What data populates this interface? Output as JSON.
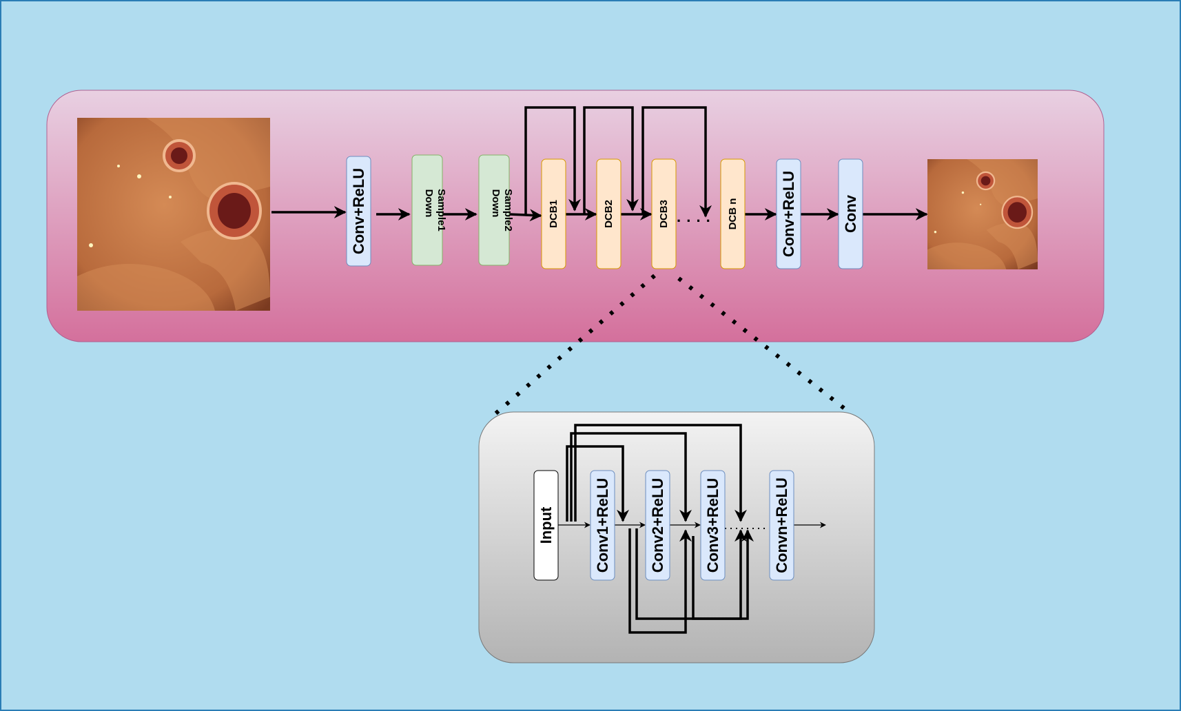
{
  "colors": {
    "background": "#b0dcef",
    "outer_border": "#2a7db5",
    "pipeline_top": "#e8d0e2",
    "pipeline_bottom": "#d4709c",
    "detail_top": "#f3f3f3",
    "detail_bottom": "#b3b3b3",
    "conv_fill": "#dae8fc",
    "conv_stroke": "#6c8ebf",
    "down_fill": "#d5e8d4",
    "down_stroke": "#82b366",
    "dcb_fill": "#ffe6cc",
    "dcb_stroke": "#d79b00",
    "tissue_base": "#b86a3c",
    "tissue_light": "#d48a55",
    "tissue_dark": "#7a3a20"
  },
  "pipeline": {
    "input_image": "endoscopy-input-image",
    "output_image": "endoscopy-output-image",
    "blocks": [
      {
        "id": "conv-relu-1",
        "label": "Conv+ReLU",
        "kind": "conv"
      },
      {
        "id": "down-sample-1",
        "label": "Down Sample1",
        "line1": "Down",
        "line2": "Sample1",
        "kind": "down"
      },
      {
        "id": "down-sample-2",
        "label": "Down Sample2",
        "line1": "Down",
        "line2": "Sample2",
        "kind": "down"
      },
      {
        "id": "dcb1",
        "label": "DCB1",
        "kind": "dcb"
      },
      {
        "id": "dcb2",
        "label": "DCB2",
        "kind": "dcb"
      },
      {
        "id": "dcb3",
        "label": "DCB3",
        "kind": "dcb"
      },
      {
        "id": "dcb-n",
        "label": "DCB n",
        "kind": "dcb"
      },
      {
        "id": "conv-relu-2",
        "label": "Conv+ReLU",
        "kind": "conv"
      },
      {
        "id": "conv-final",
        "label": "Conv",
        "kind": "conv"
      }
    ],
    "ellipsis": ". . . ."
  },
  "detail": {
    "blocks": [
      {
        "id": "input",
        "label": "Input",
        "kind": "input"
      },
      {
        "id": "conv1-relu",
        "label": "Conv1+ReLU",
        "kind": "conv"
      },
      {
        "id": "conv2-relu",
        "label": "Conv2+ReLU",
        "kind": "conv"
      },
      {
        "id": "conv3-relu",
        "label": "Conv3+ReLU",
        "kind": "conv"
      },
      {
        "id": "convn-relu",
        "label": "Convn+ReLU",
        "kind": "conv"
      }
    ]
  }
}
